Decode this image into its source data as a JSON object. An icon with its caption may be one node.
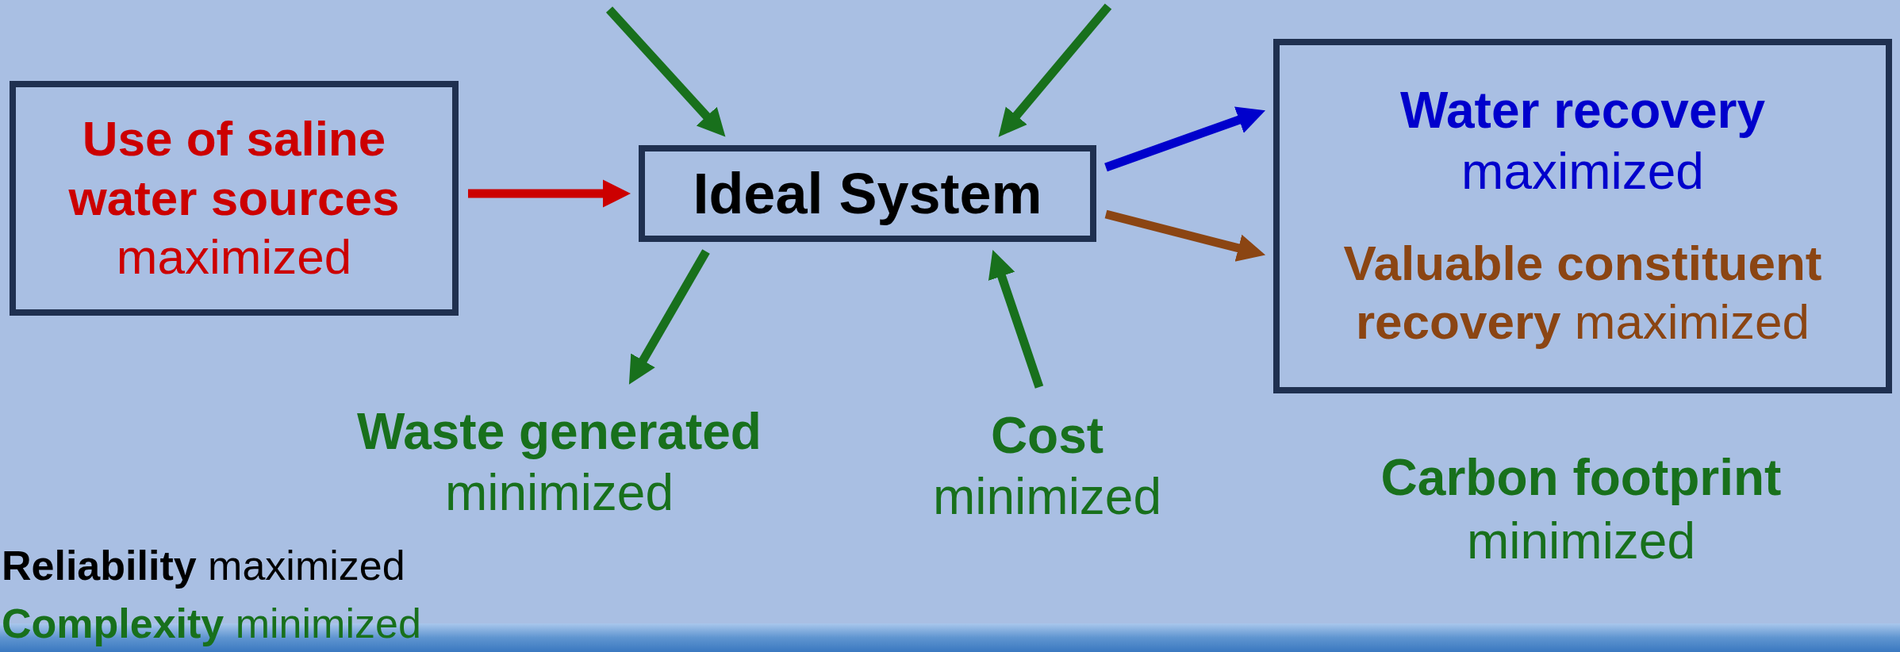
{
  "diagram": {
    "nodes": [
      {
        "text": [
          "Use of saline water sources",
          "maximized"
        ]
      },
      {
        "text": [
          "Ideal System"
        ]
      },
      {
        "text": [
          "Water recovery",
          "maximized",
          "**Valuable constituent recovery** maximized"
        ]
      },
      {
        "text": [
          "Waste generated",
          "minimized"
        ]
      },
      {
        "text": [
          "Cost",
          "minimized"
        ]
      }
    ],
    "edges": [
      {
        "from": 0,
        "to": 1,
        "arrow": "to",
        "color": "#cc0000"
      },
      {
        "from": null,
        "to": 1,
        "arrow": "to"
      },
      {
        "from": null,
        "to": 1,
        "arrow": "to"
      },
      {
        "from": 1,
        "to": 2,
        "arrow": "to",
        "color": "#0000cc"
      },
      {
        "from": 1,
        "to": 2,
        "arrow": "to",
        "color": "#8b4513"
      },
      {
        "from": 1,
        "to": 3,
        "arrow": "to"
      },
      {
        "from": 4,
        "to": 1,
        "arrow": "to"
      }
    ],
    "labels": [
      "Carbon footprint",
      "minimized",
      "**Reliability** maximized",
      "**Complexity** minimized"
    ]
  }
}
